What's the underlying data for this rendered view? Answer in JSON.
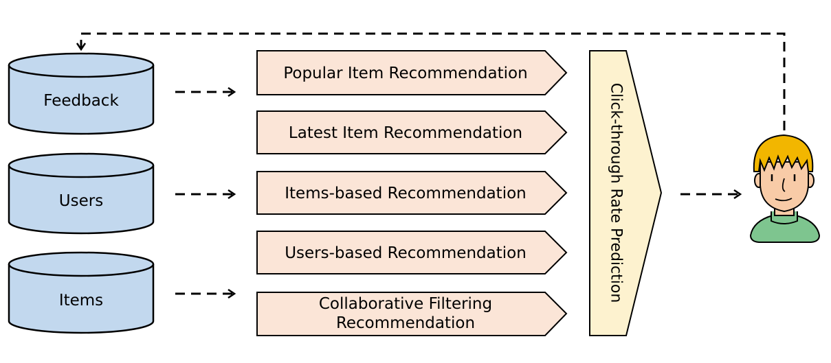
{
  "sources": [
    {
      "id": "feedback",
      "label": "Feedback"
    },
    {
      "id": "users",
      "label": "Users"
    },
    {
      "id": "items",
      "label": "Items"
    }
  ],
  "recommenders": [
    {
      "id": "popular",
      "lines": [
        "Popular Item Recommendation"
      ]
    },
    {
      "id": "latest",
      "lines": [
        "Latest Item Recommendation"
      ]
    },
    {
      "id": "items-based",
      "lines": [
        "Items-based Recommendation"
      ]
    },
    {
      "id": "users-based",
      "lines": [
        "Users-based Recommendation"
      ]
    },
    {
      "id": "collaborative",
      "lines": [
        "Collaborative Filtering",
        "Recommendation"
      ]
    }
  ],
  "ctr": {
    "label": "Click-through Rate Prediction"
  },
  "colors": {
    "cylinder_fill": "#c2d8ee",
    "box_fill": "#fbe5d7",
    "ctr_fill": "#fdf2cf",
    "stroke": "#000000",
    "hair": "#f2b600",
    "skin": "#f8cba7",
    "shirt": "#7ec58f"
  },
  "icons": {
    "user": "user-avatar-icon"
  }
}
